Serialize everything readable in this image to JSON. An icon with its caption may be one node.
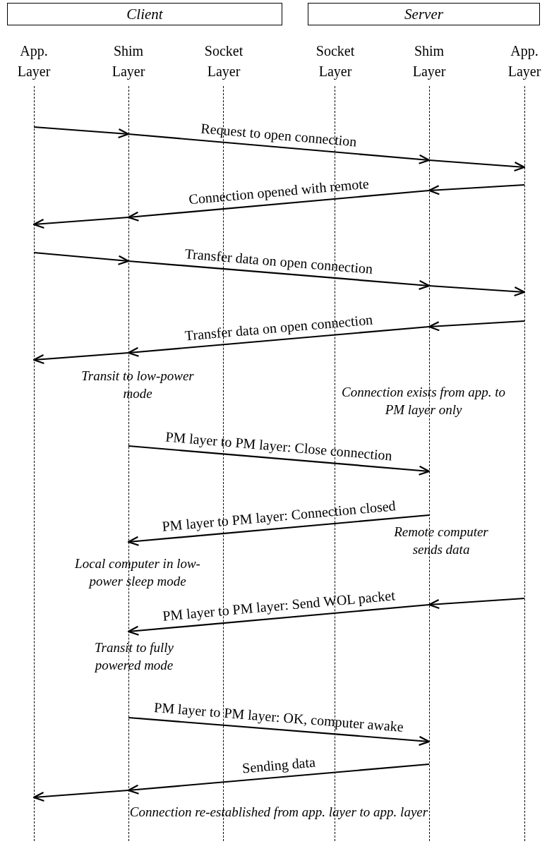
{
  "diagram": {
    "nodes": [
      {
        "text": [
          "Client"
        ]
      },
      {
        "text": [
          "Server"
        ]
      },
      {
        "text": [
          "App. Layer"
        ]
      },
      {
        "text": [
          "Shim Layer"
        ]
      },
      {
        "text": [
          "Socket Layer"
        ]
      },
      {
        "text": [
          "Socket Layer"
        ]
      },
      {
        "text": [
          "Shim Layer"
        ]
      },
      {
        "text": [
          "App. Layer"
        ]
      }
    ],
    "edges": [
      {
        "from": 2,
        "to": 3,
        "arrow": "to"
      },
      {
        "from": 3,
        "to": 6,
        "arrow": "to",
        "label": "Request to open connection"
      },
      {
        "from": 6,
        "to": 7,
        "arrow": "to"
      },
      {
        "from": 7,
        "to": 6,
        "arrow": "to"
      },
      {
        "from": 6,
        "to": 3,
        "arrow": "to",
        "label": "Connection opened with remote"
      },
      {
        "from": 3,
        "to": 2,
        "arrow": "to"
      },
      {
        "from": 2,
        "to": 3,
        "arrow": "to"
      },
      {
        "from": 3,
        "to": 6,
        "arrow": "to",
        "label": "Transfer data on open connection"
      },
      {
        "from": 6,
        "to": 7,
        "arrow": "to"
      },
      {
        "from": 7,
        "to": 6,
        "arrow": "to"
      },
      {
        "from": 6,
        "to": 3,
        "arrow": "to",
        "label": "Transfer data on open connection"
      },
      {
        "from": 3,
        "to": 2,
        "arrow": "to"
      },
      {
        "from": 3,
        "to": 6,
        "arrow": "to",
        "label": "PM layer to PM layer: Close connection"
      },
      {
        "from": 6,
        "to": 3,
        "arrow": "to",
        "label": "PM layer to PM layer: Connection closed"
      },
      {
        "from": 7,
        "to": 6,
        "arrow": "to"
      },
      {
        "from": 6,
        "to": 3,
        "arrow": "to",
        "label": "PM layer to PM layer: Send WOL packet"
      },
      {
        "from": 3,
        "to": 6,
        "arrow": "to",
        "label": "PM layer to PM layer: OK, computer awake"
      },
      {
        "from": 6,
        "to": 3,
        "arrow": "to",
        "label": "Sending data"
      },
      {
        "from": 3,
        "to": 2,
        "arrow": "to"
      }
    ],
    "labels": [
      "Transit to low-power mode",
      "Connection exists from app. to PM layer only",
      "Remote computer sends data",
      "Local computer in low-power sleep mode",
      "Transit to fully powered mode",
      "Connection re-established from app. layer to app. layer"
    ]
  }
}
